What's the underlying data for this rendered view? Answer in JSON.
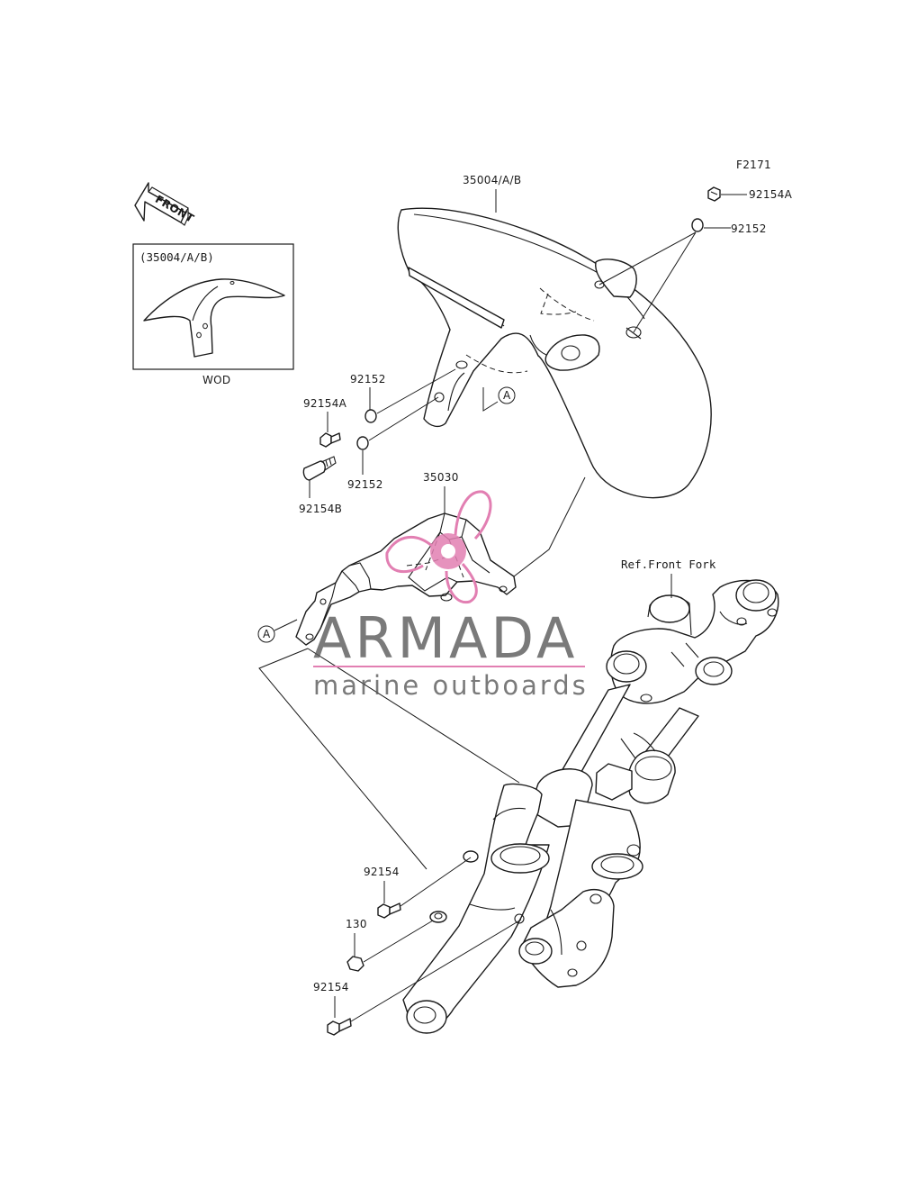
{
  "figure_code": "F2171",
  "front_arrow_label": "FRONT",
  "inset": {
    "title": "(35004/A/B)",
    "caption": "WOD"
  },
  "callouts": {
    "fender": "35004/A/B",
    "bolt_top_right": "92154A",
    "washer_top_right": "92152",
    "washer_left_upper": "92152",
    "bolt_left_a": "92154A",
    "washer_left_lower": "92152",
    "bolt_left_b": "92154B",
    "bracket": "35030",
    "front_fork_ref": "Ref.Front Fork",
    "bolt_fork_upper": "92154",
    "nut_fork": "130",
    "bolt_fork_lower": "92154",
    "ref_mark_upper": "A",
    "ref_mark_lower": "A"
  },
  "watermark": {
    "brand": "ARMADA",
    "tagline": "marine outboards",
    "logo_color": "#e27fb2",
    "line_color": "#e27fb2",
    "text_color": "#555555"
  }
}
